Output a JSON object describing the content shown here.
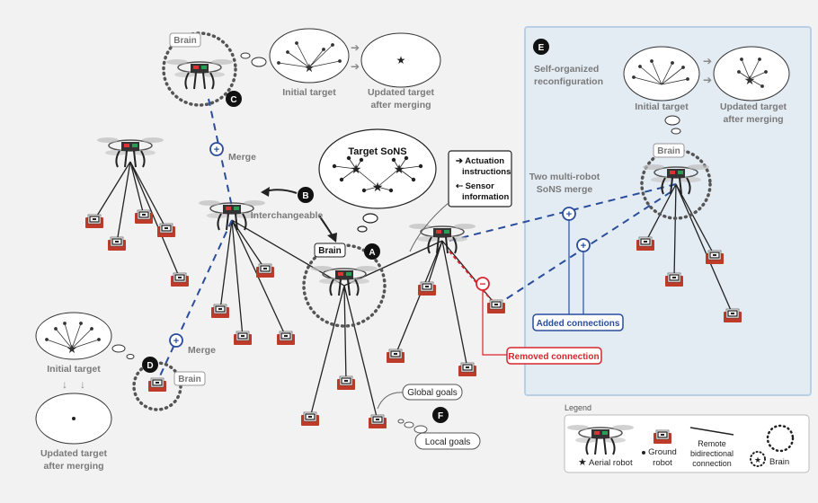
{
  "labels": {
    "brain": "Brain",
    "merge": "Merge",
    "initial_target": "Initial target",
    "updated_target_l1": "Updated target",
    "updated_target_l2": "after merging",
    "interchangeable": "Interchangeable",
    "target_sons": "Target SoNS",
    "actuation_l1": "➔ Actuation",
    "actuation_l2": "instructions",
    "sensor_l1": "⇠ Sensor",
    "sensor_l2": "information",
    "self_org_l1": "Self-organized",
    "self_org_l2": "reconfiguration",
    "two_multi_l1": "Two multi-robot",
    "two_multi_l2": "SoNS merge",
    "added_connections": "Added connections",
    "removed_connection": "Removed connection",
    "global_goals": "Global goals",
    "local_goals": "Local goals"
  },
  "markers": {
    "a": "A",
    "b": "B",
    "c": "C",
    "d": "D",
    "e": "E",
    "f": "F",
    "plus": "+",
    "minus": "−"
  },
  "legend": {
    "title": "Legend",
    "aerial": "Aerial robot",
    "ground_l1": "Ground",
    "ground_l2": "robot",
    "remote_l1": "Remote",
    "remote_l2": "bidirectional",
    "remote_l3": "connection",
    "brain": "Brain"
  },
  "colors": {
    "background": "#f2f2f2",
    "panel": "#e3ebf3",
    "panel_border": "#b9cfe5",
    "merge_blue": "#2a4d9c",
    "removed_red": "#d8262e",
    "ground_robot": "#c8432f",
    "text_gray": "#7a7a7a",
    "text_dark": "#1d1d1d"
  }
}
